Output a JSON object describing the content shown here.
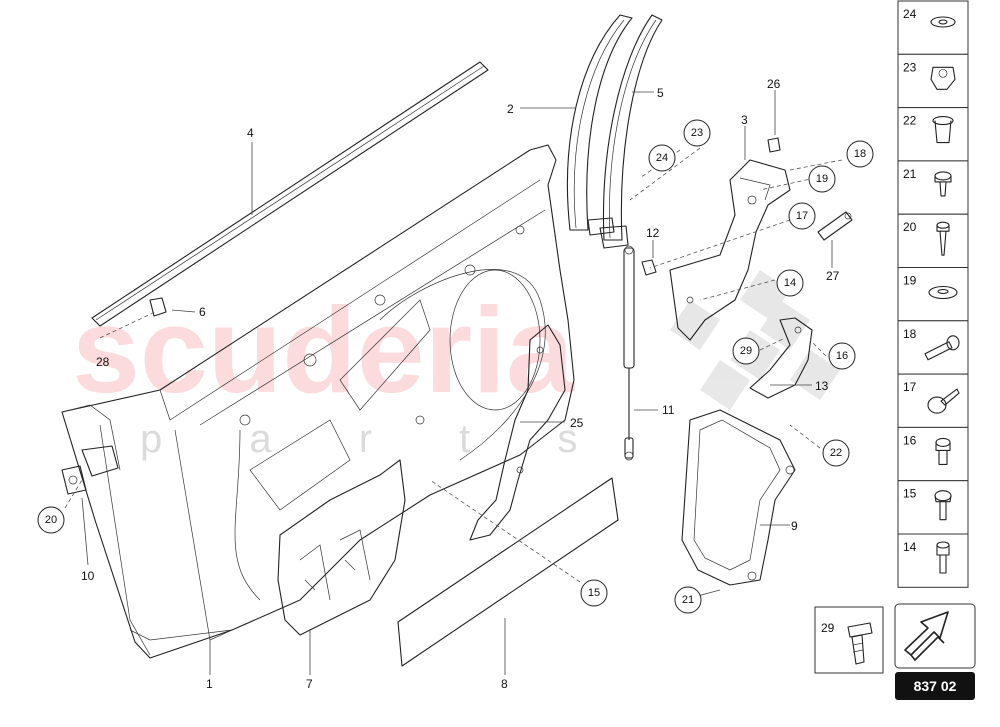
{
  "watermark": {
    "main": "scuderia",
    "sub": "p a r t s"
  },
  "labels": {
    "l1": "1",
    "l2": "2",
    "l3": "3",
    "l4": "4",
    "l5": "5",
    "l6": "6",
    "l7": "7",
    "l8": "8",
    "l9": "9",
    "l10": "10",
    "l11": "11",
    "l12": "12",
    "l13": "13",
    "l25": "25",
    "l26": "26",
    "l27": "27",
    "l28": "28"
  },
  "callouts": {
    "c14": "14",
    "c15": "15",
    "c16": "16",
    "c17": "17",
    "c18": "18",
    "c19": "19",
    "c20": "20",
    "c21": "21",
    "c22": "22",
    "c23": "23",
    "c24": "24",
    "c29": "29"
  },
  "legend": {
    "items": [
      "24",
      "23",
      "22",
      "21",
      "20",
      "19",
      "18",
      "17",
      "16",
      "15",
      "14"
    ],
    "extra": "29"
  },
  "reference": "837 02"
}
